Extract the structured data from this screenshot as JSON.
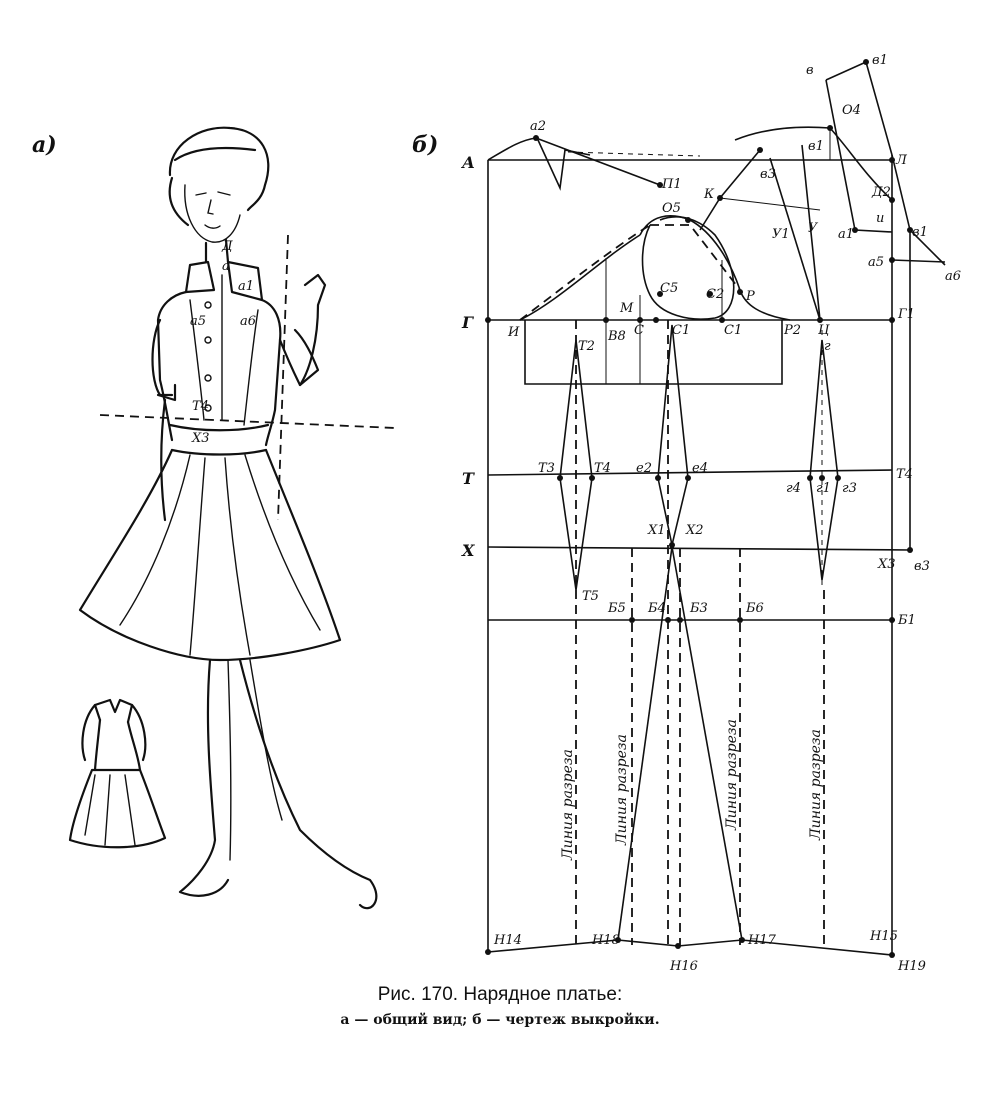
{
  "panels": {
    "a": "а)",
    "b": "б)"
  },
  "caption": {
    "title": "Рис. 170. Нарядное платье:",
    "subtitle": "а — общий вид; б — чертеж выкройки."
  },
  "figure_labels": {
    "d": "Д",
    "a": "а",
    "a1": "а1",
    "a5": "а5",
    "a6": "а6",
    "t4": "Т4",
    "x3": "Х3"
  },
  "axis_labels": {
    "A": "А",
    "G": "Г",
    "T": "Т",
    "X": "Х"
  },
  "points": {
    "a2": "а2",
    "p1": "П1",
    "k": "К",
    "o5": "О5",
    "v3": "в3",
    "b": "в",
    "b1": "в1",
    "l": "Л",
    "d2": "Д2",
    "u": "и",
    "a_1": "а1",
    "v1": "в1",
    "a5": "а5",
    "a6": "а6",
    "y1": "У1",
    "y": "У",
    "g1_top": "Г1",
    "c5": "С5",
    "c2": "С2",
    "p": "Р",
    "m": "М",
    "c": "С",
    "c_1": "С1",
    "c1": "С1",
    "p2": "Р2",
    "ts": "Ц",
    "i": "И",
    "v8": "В8",
    "g_dart": "г",
    "t2": "Т2",
    "t3": "Т3",
    "t4": "Т4",
    "e2": "е2",
    "e4": "е4",
    "g4": "г4",
    "g1": "г1",
    "g3": "г3",
    "t_4": "Т4",
    "x1": "Х1",
    "x2": "Х2",
    "x3": "Х3",
    "v_3": "в3",
    "t5": "Т5",
    "b5": "Б5",
    "b4": "Б4",
    "b3": "Б3",
    "b6": "Б6",
    "b1r": "Б1",
    "h14": "Н14",
    "h18": "Н18",
    "h16": "Н16",
    "h17": "Н17",
    "h15": "Н15",
    "h19": "Н19",
    "v4": "О4"
  },
  "cut_lines": [
    "Линия разреза",
    "Линия разреза",
    "Линия разреза",
    "Линия разреза"
  ]
}
